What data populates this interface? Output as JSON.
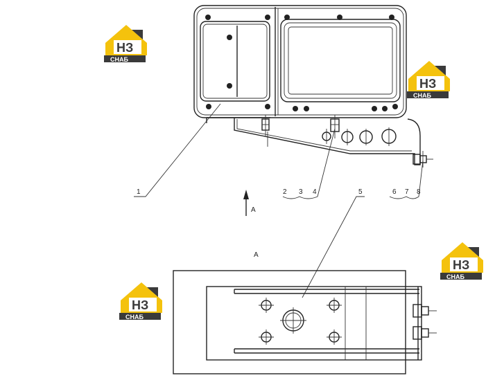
{
  "callouts": {
    "c1": "1",
    "c2": "2",
    "c3": "3",
    "c4": "4",
    "c5": "5",
    "c6": "6",
    "c7": "7",
    "c8": "8"
  },
  "view": {
    "arrow_label": "A",
    "section_label": "A"
  },
  "watermark": {
    "mark": "НЗ",
    "text": "СНАБ",
    "colors": {
      "yellow": "#f4c20d",
      "dark": "#3a3a3a",
      "white": "#ffffff"
    }
  }
}
